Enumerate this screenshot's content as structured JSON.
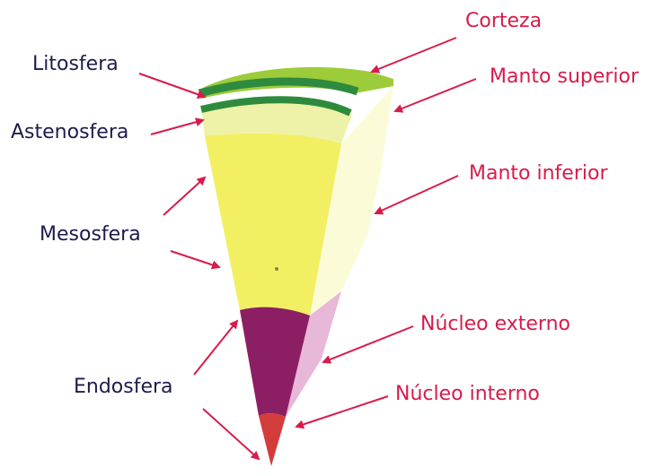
{
  "labels": {
    "left": {
      "litosfera": "Litosfera",
      "astenosfera": "Astenosfera",
      "mesosfera": "Mesosfera",
      "endosfera": "Endosfera"
    },
    "right": {
      "corteza": "Corteza",
      "manto_superior": "Manto superior",
      "manto_inferior": "Manto inferior",
      "nucleo_externo": "Núcleo externo",
      "nucleo_interno": "Núcleo interno"
    }
  },
  "colors": {
    "crust": "#9ccc3a",
    "lithosphere_band": "#2e8b3e",
    "upper_mantle": "#eef2a8",
    "lower_mantle": "#f2ef62",
    "mantle_side": "#fbfbd8",
    "outer_core": "#8c1f63",
    "outer_core_side": "#e8b8d8",
    "inner_core": "#d43c3c",
    "left_label": "#1c1c4e",
    "right_label": "#d81b4a"
  }
}
